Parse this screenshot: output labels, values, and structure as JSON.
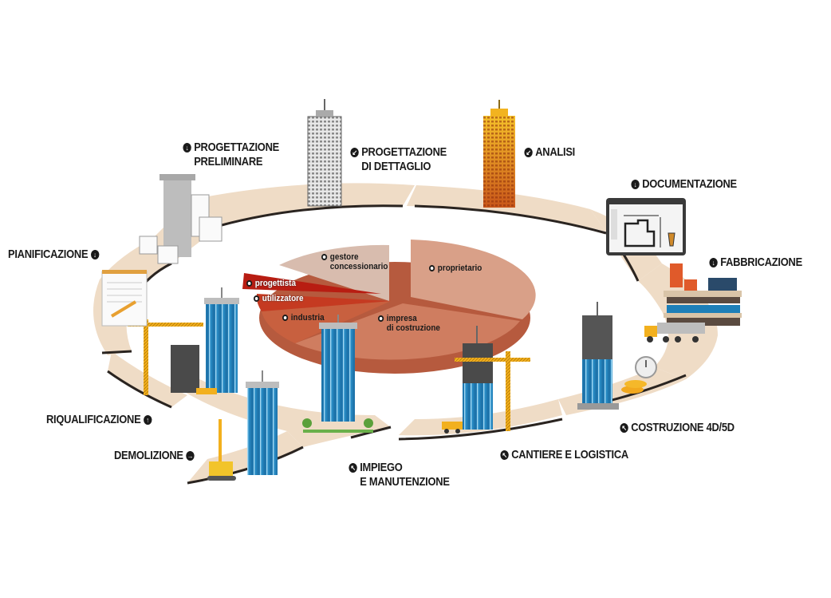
{
  "title": "Ciclo di vita dell'edificio",
  "phases": [
    {
      "id": "progettazione-preliminare",
      "line1": "PROGETTAZIONE",
      "line2": "PRELIMINARE",
      "icon": "arrow-down-circle-icon",
      "glyph": "↓"
    },
    {
      "id": "progettazione-dettaglio",
      "line1": "PROGETTAZIONE",
      "line2": "DI DETTAGLIO",
      "icon": "arrow-down-left-circle-icon",
      "glyph": "↙"
    },
    {
      "id": "analisi",
      "line1": "ANALISI",
      "line2": "",
      "icon": "arrow-down-left-circle-icon",
      "glyph": "↙"
    },
    {
      "id": "documentazione",
      "line1": "DOCUMENTAZIONE",
      "line2": "",
      "icon": "arrow-down-circle-icon",
      "glyph": "↓"
    },
    {
      "id": "fabbricazione",
      "line1": "FABBRICAZIONE",
      "line2": "",
      "icon": "arrow-down-circle-icon",
      "glyph": "↓"
    },
    {
      "id": "costruzione",
      "line1": "COSTRUZIONE 4D/5D",
      "line2": "",
      "icon": "arrow-up-left-circle-icon",
      "glyph": "↖"
    },
    {
      "id": "cantiere",
      "line1": "CANTIERE E LOGISTICA",
      "line2": "",
      "icon": "arrow-up-left-circle-icon",
      "glyph": "↖"
    },
    {
      "id": "impiego",
      "line1": "IMPIEGO",
      "line2": "E MANUTENZIONE",
      "icon": "arrow-up-left-circle-icon",
      "glyph": "↖"
    },
    {
      "id": "demolizione",
      "line1": "DEMOLIZIONE",
      "line2": "",
      "icon": "arrow-right-circle-icon",
      "glyph": "→"
    },
    {
      "id": "riqualificazione",
      "line1": "RIQUALIFICAZIONE",
      "line2": "",
      "icon": "arrow-up-circle-icon",
      "glyph": "↑"
    },
    {
      "id": "pianificazione",
      "line1": "PIANIFICAZIONE",
      "line2": "",
      "icon": "arrow-down-circle-icon",
      "glyph": "↓"
    }
  ],
  "stakeholders": [
    {
      "label": "gestore",
      "sub": "concessionario",
      "color": "#d8bcae"
    },
    {
      "label": "proprietario",
      "sub": "",
      "color": "#d9a088"
    },
    {
      "label": "impresa",
      "sub": "di costruzione",
      "color": "#cf7d60"
    },
    {
      "label": "industria",
      "sub": "",
      "color": "#c8603f"
    },
    {
      "label": "utilizzatore",
      "sub": "",
      "color": "#c53a21"
    },
    {
      "label": "progettista",
      "sub": "",
      "color": "#b81d12"
    }
  ],
  "colors": {
    "ring": "#efdcc6",
    "ring_edge": "#2a2420",
    "text": "#1a1a1a",
    "glass_blue": "#1e7fb8",
    "crane_yellow": "#f2b01e",
    "building_gray": "#bdbdbd",
    "analysis_orange": "#e48a1c"
  }
}
